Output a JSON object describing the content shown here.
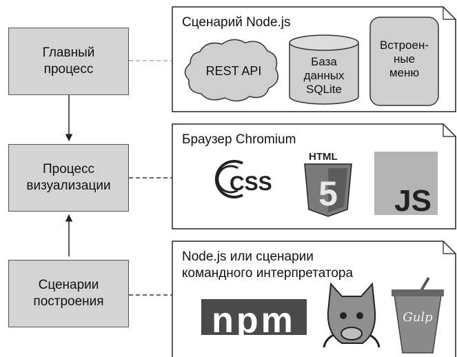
{
  "processes": [
    {
      "id": "main",
      "label": "Главный\nпроцесс"
    },
    {
      "id": "render",
      "label": "Процесс\nвизуализации"
    },
    {
      "id": "build",
      "label": "Сценарии\nпостроения"
    }
  ],
  "panels": {
    "node": {
      "title": "Сценарий Node.js",
      "rest_label": "REST API",
      "db_label": "База\nданных\nSQLite",
      "menu_label": "Встроен-\nные\nменю"
    },
    "chromium": {
      "title": "Браузер Chromium",
      "css_label": "CSS",
      "html_label": "HTML",
      "html_number": "5",
      "js_label": "JS"
    },
    "scripts": {
      "title": "Node.js или сценарии\nкомандного интерпретатора",
      "npm_label": "npm",
      "gulp_label": "Gulp"
    }
  },
  "icons": [
    "cloud-icon",
    "database-icon",
    "menu-icon",
    "css-logo",
    "html5-logo",
    "js-logo",
    "npm-logo",
    "grunt-logo",
    "gulp-logo"
  ]
}
